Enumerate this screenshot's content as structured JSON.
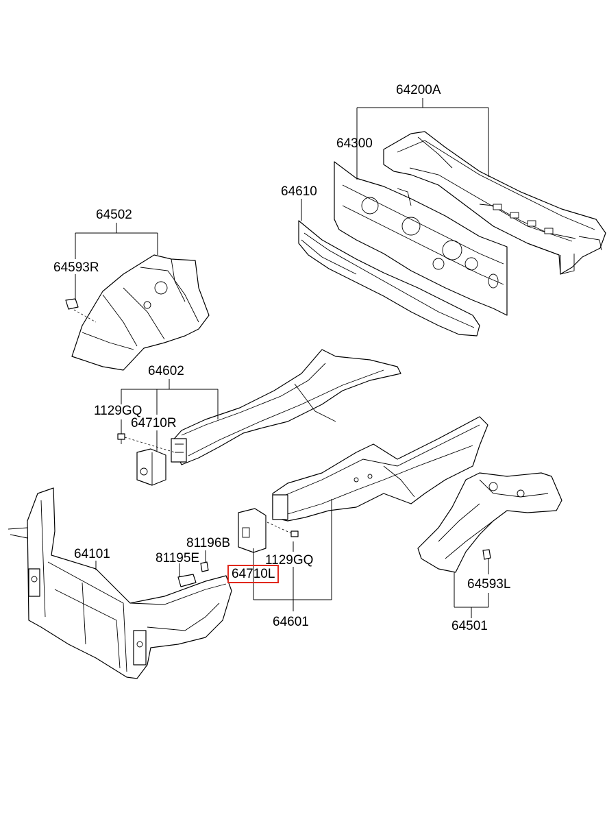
{
  "diagram": {
    "labels": {
      "p64200A": "64200A",
      "p64300": "64300",
      "p64610": "64610",
      "p64502": "64502",
      "p64593R": "64593R",
      "p64602": "64602",
      "p1129GQ_left": "1129GQ",
      "p64710R": "64710R",
      "p64101": "64101",
      "p81196B": "81196B",
      "p81195E": "81195E",
      "p1129GQ_center": "1129GQ",
      "p64710L": "64710L",
      "p64601": "64601",
      "p64593L": "64593L",
      "p64501": "64501"
    },
    "highlight_color": "#e1281c"
  }
}
